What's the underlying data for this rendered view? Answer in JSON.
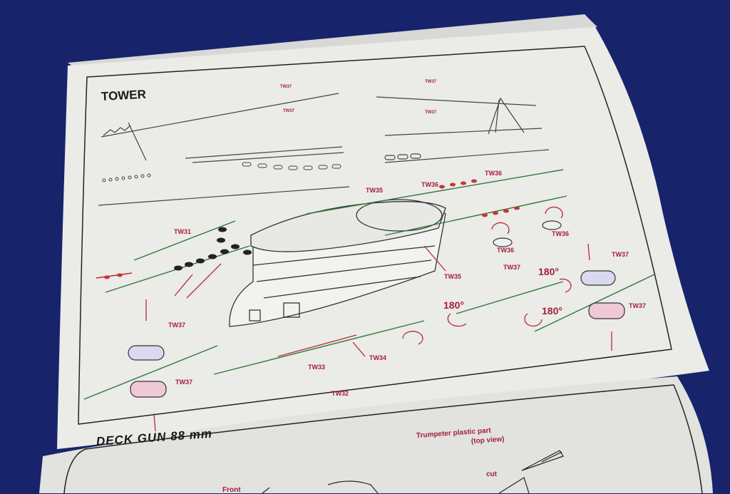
{
  "upper_page": {
    "section_title": "TOWER",
    "labels": {
      "top_left_a": "TW37",
      "top_left_b": "TW37",
      "top_right_a": "TW37",
      "top_right_b": "TW37",
      "tw35_top": "TW35",
      "tw36_a": "TW36",
      "tw36_b": "TW36",
      "tw36_c": "TW36",
      "tw36_d": "TW36",
      "tw31": "TW31",
      "tw35_mid": "TW35",
      "tw37_right_a": "TW37",
      "tw37_right_b": "TW37",
      "tw37_right_c": "TW37",
      "tw37_left_a": "TW37",
      "tw37_left_b": "TW37",
      "tw33": "TW33",
      "tw34": "TW34",
      "tw32": "TW32",
      "rot_a": "180°",
      "rot_b": "180°",
      "rot_c": "180°"
    }
  },
  "lower_page": {
    "section_title": "DECK GUN 88 mm",
    "note_line1": "Trumpeter plastic part",
    "note_line2": "(top view)",
    "cut": "cut",
    "front": "Front"
  },
  "colors": {
    "background": "#17236b",
    "paper": "#e9e9e6",
    "accent": "#a4203a",
    "green": "#2f7a3a"
  }
}
